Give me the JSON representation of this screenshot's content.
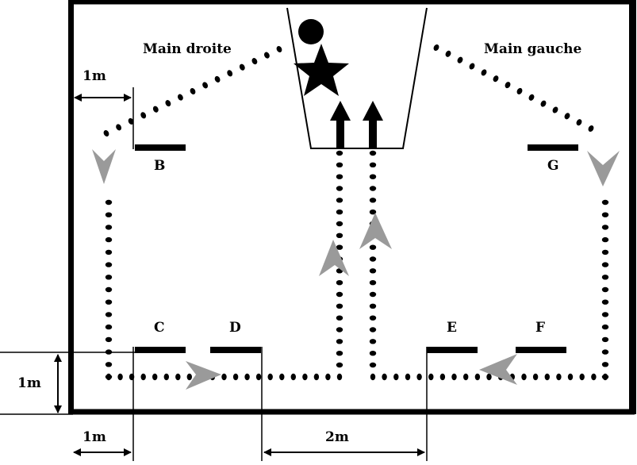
{
  "hand_labels": {
    "right": "Main droite",
    "left": "Main gauche"
  },
  "markers": {
    "B": "B",
    "C": "C",
    "D": "D",
    "E": "E",
    "F": "F",
    "G": "G"
  },
  "dimensions": {
    "top_left_1m": "1m",
    "vertical_1m": "1m",
    "bottom_left_1m": "1m",
    "bottom_2m": "2m"
  },
  "colors": {
    "line": "#000000",
    "arrow_grey": "#9a9a9a",
    "background": "#ffffff"
  },
  "icons": [
    "ball-icon",
    "star-icon",
    "up-arrow-icon",
    "grey-chevron-icon"
  ]
}
